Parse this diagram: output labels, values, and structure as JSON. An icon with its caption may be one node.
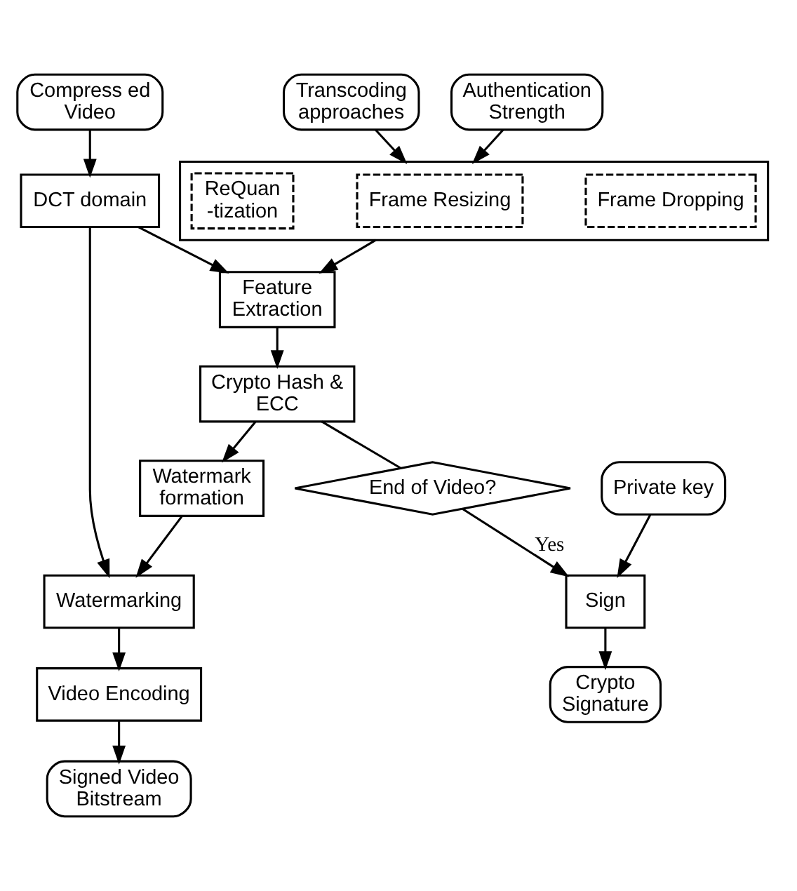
{
  "diagram": {
    "nodes": [
      {
        "text": [
          "Compress ed Video"
        ]
      },
      {
        "text": [
          "Transcoding approaches"
        ]
      },
      {
        "text": [
          "Authentication Strength"
        ]
      },
      {
        "text": [
          "Private key"
        ]
      },
      {
        "text": [],
        "shape": "box"
      },
      {
        "text": [
          "ReQuan -tization"
        ],
        "in": 4
      },
      {
        "text": [
          "Frame Resizing"
        ],
        "in": 4
      },
      {
        "text": [
          "Frame Dropping"
        ],
        "in": 4
      },
      {
        "text": [
          "DCT domain"
        ]
      },
      {
        "text": [
          "Feature Extraction"
        ]
      },
      {
        "text": [
          "Crypto Hash & ECC"
        ]
      },
      {
        "text": [
          "End of Video?"
        ]
      },
      {
        "text": [
          "Watermarking"
        ]
      },
      {
        "text": [
          "Watermark formation"
        ]
      },
      {
        "text": [
          "Sign"
        ]
      },
      {
        "text": [
          "Video Encoding"
        ]
      },
      {
        "text": [
          "Signed Video Bitstream"
        ]
      },
      {
        "text": [
          "Crypto Signature"
        ]
      }
    ],
    "edges": [
      {
        "from": 0,
        "to": 8,
        "arrow": "to"
      },
      {
        "from": 1,
        "to": 4,
        "arrow": "to"
      },
      {
        "from": 2,
        "to": 4,
        "arrow": "to"
      },
      {
        "from": 4,
        "to": 9,
        "arrow": "to"
      },
      {
        "from": 8,
        "to": 9,
        "arrow": "to"
      },
      {
        "from": 8,
        "to": 12,
        "arrow": "to"
      },
      {
        "from": 9,
        "to": 10,
        "arrow": "to"
      },
      {
        "from": 10,
        "to": 11,
        "arrow": "none"
      },
      {
        "from": 10,
        "to": 13,
        "arrow": "to"
      },
      {
        "from": 13,
        "to": 12,
        "arrow": "to"
      },
      {
        "from": 11,
        "to": 14,
        "arrow": "to",
        "label": "Yes"
      },
      {
        "from": 3,
        "to": 14,
        "arrow": "to"
      },
      {
        "from": 12,
        "to": 15,
        "arrow": "to"
      },
      {
        "from": 15,
        "to": 16,
        "arrow": "to"
      },
      {
        "from": 14,
        "to": 17,
        "arrow": "to"
      }
    ]
  }
}
